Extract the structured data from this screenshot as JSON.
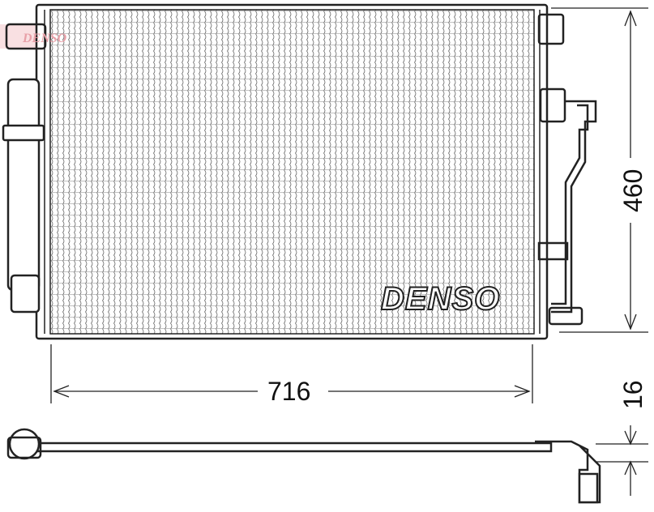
{
  "drawing": {
    "brand_logo": "DENSO",
    "watermark": "DENSO",
    "watermark_color": "#e8a0a8",
    "line_color": "#222222"
  },
  "dimensions": {
    "height": "460",
    "width": "716",
    "thickness": "16"
  }
}
